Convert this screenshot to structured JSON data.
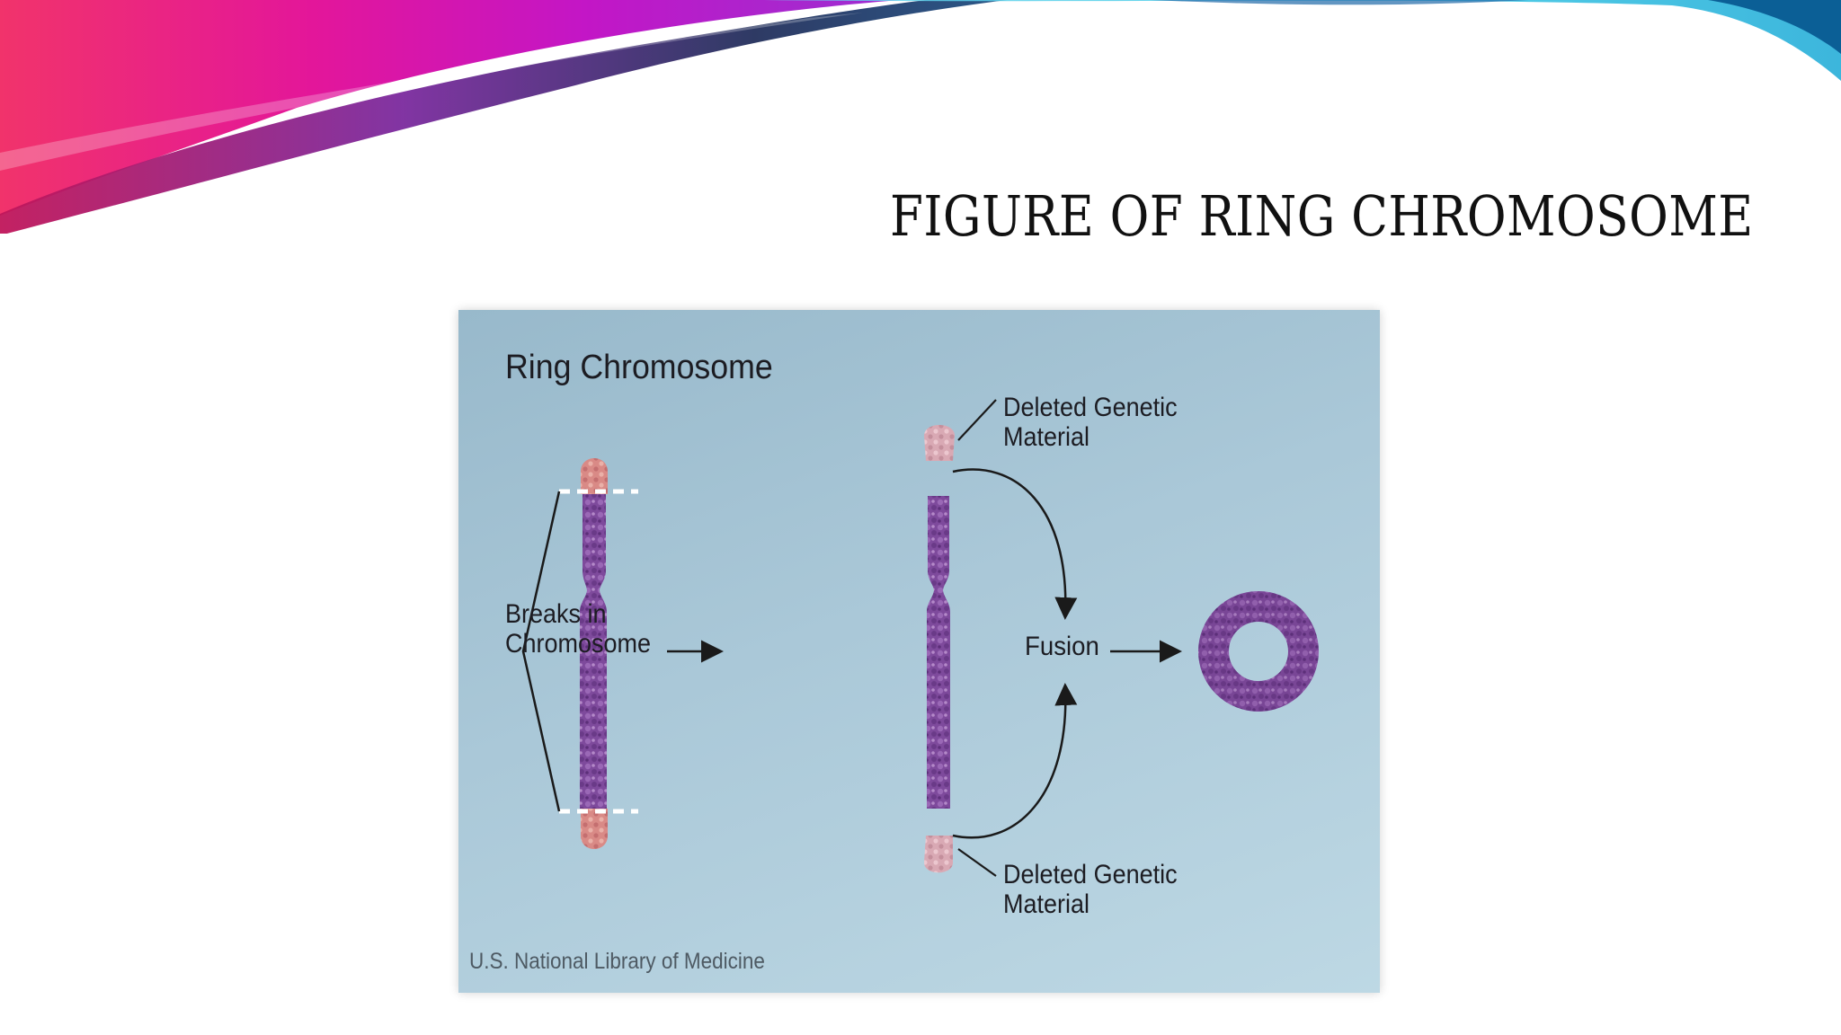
{
  "slide": {
    "title": "FIGURE OF RING CHROMOSOME"
  },
  "figure": {
    "title": "Ring Chromosome",
    "breaks_label": [
      "Breaks in",
      "Chromosome"
    ],
    "deleted_top_label": [
      "Deleted Genetic",
      "Material"
    ],
    "deleted_bottom_label": [
      "Deleted Genetic",
      "Material"
    ],
    "fusion_label": "Fusion",
    "credit": "U.S. National Library of Medicine"
  },
  "colors": {
    "banner_magenta": "#e3169a",
    "banner_pink": "#f1336b",
    "banner_purple": "#7b2a9e",
    "banner_navy": "#23305c",
    "banner_cyan": "#35c6e4",
    "chromosome_purple": "#7e4a9c",
    "chromosome_tip": "#d98a86",
    "deleted_fragment": "#d9a9b4",
    "figure_bg": "#aac8d8"
  }
}
